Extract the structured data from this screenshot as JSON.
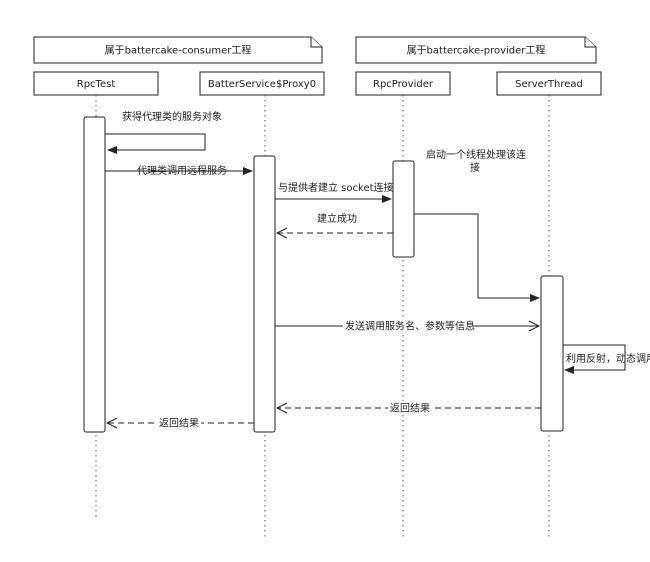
{
  "systems": [
    {
      "label": "属于battercake-consumer工程"
    },
    {
      "label": "属于battercake-provider工程"
    }
  ],
  "participants": [
    {
      "label": "RpcTest"
    },
    {
      "label": "BatterService$Proxy0"
    },
    {
      "label": "RpcProvider"
    },
    {
      "label": "ServerThread"
    }
  ],
  "messages": [
    {
      "label": "获得代理类的服务对象",
      "kind": "self-call"
    },
    {
      "label": "代理类调用远程服务",
      "kind": "call"
    },
    {
      "label": "与提供者建立 socket连接",
      "kind": "call"
    },
    {
      "label": "建立成功",
      "kind": "return"
    },
    {
      "label": "",
      "kind": "call"
    },
    {
      "label": "发送调用服务名、参数等信息",
      "kind": "call"
    },
    {
      "label": "利用反射，动态调用",
      "kind": "self-call"
    },
    {
      "label": "返回结果",
      "kind": "return"
    },
    {
      "label": "返回结果",
      "kind": "return"
    }
  ],
  "notes": [
    {
      "line1": "启动一个线程处理该连",
      "line2": "接"
    }
  ]
}
